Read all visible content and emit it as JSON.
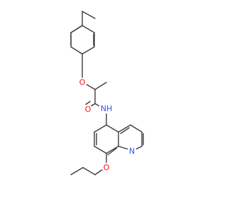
{
  "molecule": {
    "colors": {
      "bond": "#3c3c3c",
      "O": "#ff0d0d",
      "N": "#3050f8"
    },
    "labels": {
      "ether_o": "O",
      "carbonyl_o": "O",
      "amide_nh": "NH",
      "quinoline_n": "N",
      "propoxy_o": "O"
    }
  }
}
